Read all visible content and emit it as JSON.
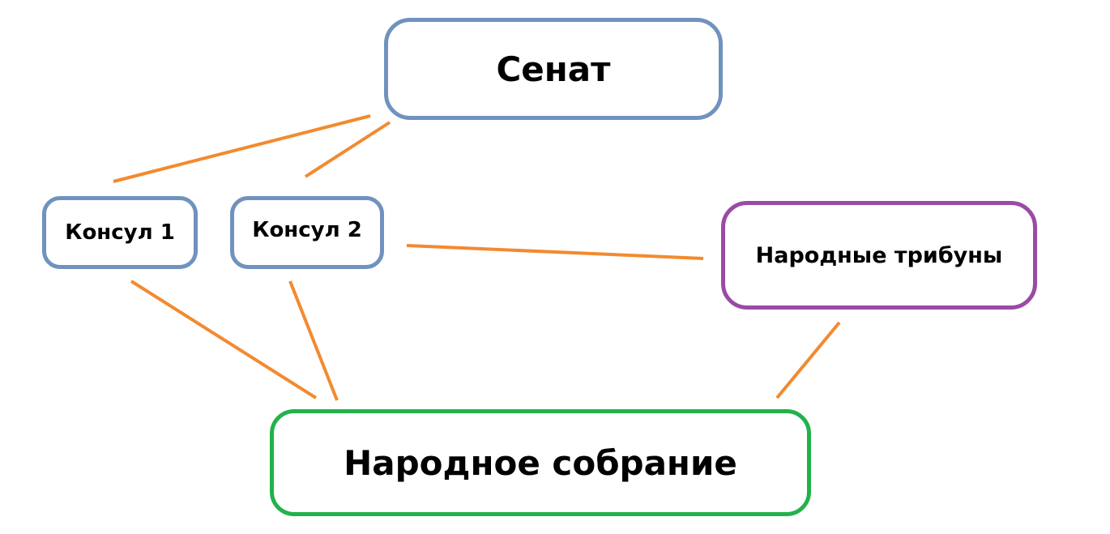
{
  "diagram": {
    "nodes": {
      "senate": {
        "label": "Сенат",
        "border_color": "#7092be"
      },
      "consul_1": {
        "label": "Консул 1",
        "border_color": "#7092be"
      },
      "consul_2": {
        "label": "Консул 2",
        "border_color": "#7092be"
      },
      "tribunes": {
        "label": "Народные трибуны",
        "border_color": "#9b4aa6"
      },
      "assembly": {
        "label": "Народное собрание",
        "border_color": "#22b24c"
      }
    },
    "connector_color": "#f28a30",
    "connections": [
      {
        "from": "senate",
        "to": "consul_1"
      },
      {
        "from": "senate",
        "to": "consul_2"
      },
      {
        "from": "consul_1",
        "to": "assembly"
      },
      {
        "from": "consul_2",
        "to": "assembly"
      },
      {
        "from": "consul_2",
        "to": "tribunes"
      },
      {
        "from": "tribunes",
        "to": "assembly"
      }
    ]
  }
}
